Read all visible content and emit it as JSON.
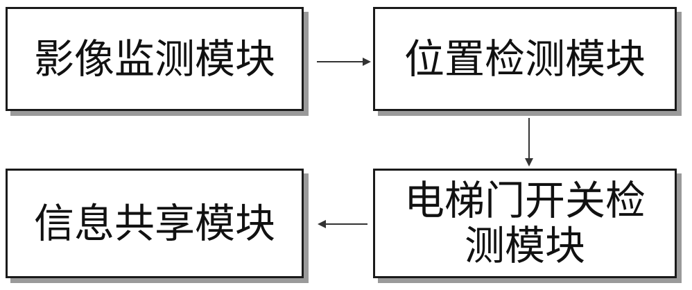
{
  "diagram": {
    "nodes": {
      "image_monitoring": {
        "label": "影像监测模块"
      },
      "position_detection": {
        "label": "位置检测模块"
      },
      "elevator_door_detection": {
        "label": "电梯门开关检测模块"
      },
      "info_sharing": {
        "label": "信息共享模块"
      }
    },
    "edges": [
      {
        "from": "image_monitoring",
        "to": "position_detection"
      },
      {
        "from": "position_detection",
        "to": "elevator_door_detection"
      },
      {
        "from": "elevator_door_detection",
        "to": "info_sharing"
      }
    ],
    "colors": {
      "border": "#1a1a1a",
      "shadow": "#9a9a9a",
      "arrow": "#333333",
      "text": "#111111"
    }
  }
}
